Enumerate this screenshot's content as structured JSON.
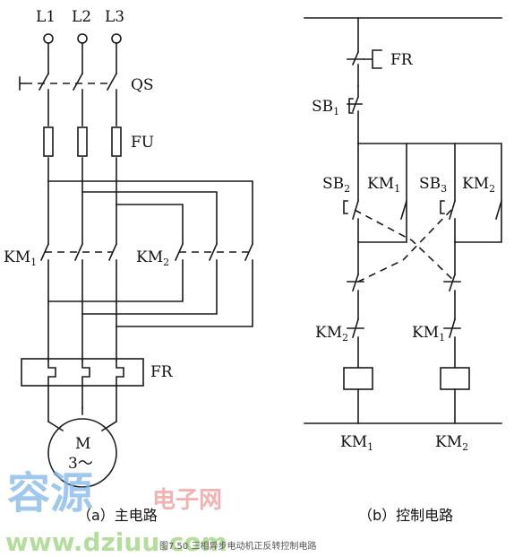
{
  "main_circuit": {
    "phase_labels": [
      "L1",
      "L2",
      "L3"
    ],
    "switch_label": "QS",
    "fuse_label": "FU",
    "contactor_forward": {
      "main": "KM",
      "sub": "1"
    },
    "contactor_reverse": {
      "main": "KM",
      "sub": "2"
    },
    "relay_label": "FR",
    "motor_line1": "M",
    "motor_line2": "3～",
    "caption": "（a）主电路"
  },
  "control_circuit": {
    "relay_contact_label": "FR",
    "stop_button": {
      "main": "SB",
      "sub": "1"
    },
    "fwd_button": {
      "main": "SB",
      "sub": "2"
    },
    "fwd_hold": {
      "main": "KM",
      "sub": "1"
    },
    "rev_button": {
      "main": "SB",
      "sub": "3"
    },
    "rev_hold": {
      "main": "KM",
      "sub": "2"
    },
    "interlock_left": {
      "main": "KM",
      "sub": "2"
    },
    "interlock_right": {
      "main": "KM",
      "sub": "1"
    },
    "coil_left": {
      "main": "KM",
      "sub": "1"
    },
    "coil_right": {
      "main": "KM",
      "sub": "2"
    },
    "caption": "（b）控制电路"
  },
  "watermark": {
    "chars": "容源",
    "site_cn": "电子网",
    "site_url": "www.dziuu.com"
  },
  "figure_caption": "图7.50 三相异步电动机正反转控制电路"
}
